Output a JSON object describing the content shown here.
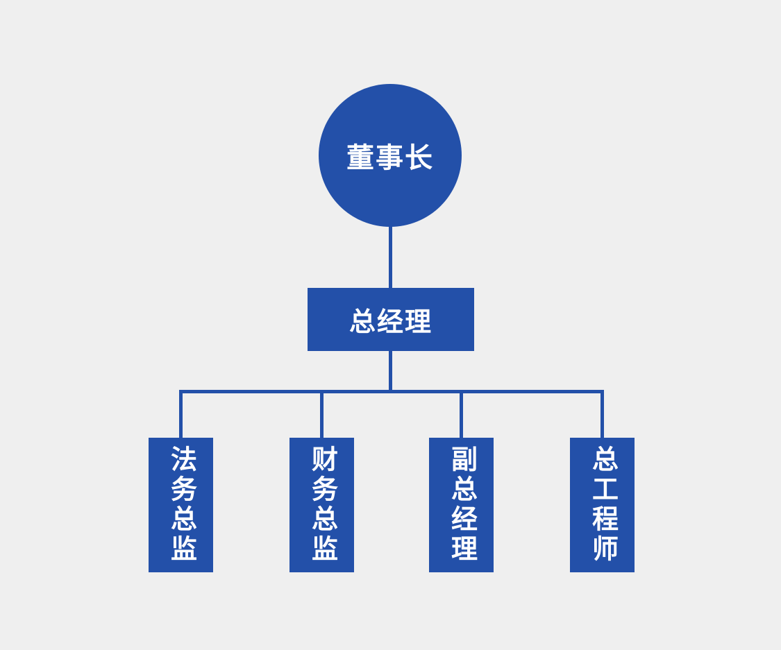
{
  "colors": {
    "primary": "#2350a9",
    "background": "#efefef",
    "text": "#ffffff"
  },
  "chart": {
    "type": "org-chart",
    "root": {
      "label": "董事长",
      "shape": "circle"
    },
    "manager": {
      "label": "总经理",
      "shape": "rectangle"
    },
    "children": [
      {
        "label": "法务总监",
        "shape": "vertical-rectangle"
      },
      {
        "label": "财务总监",
        "shape": "vertical-rectangle"
      },
      {
        "label": "副总经理",
        "shape": "vertical-rectangle"
      },
      {
        "label": "总工程师",
        "shape": "vertical-rectangle"
      }
    ]
  }
}
